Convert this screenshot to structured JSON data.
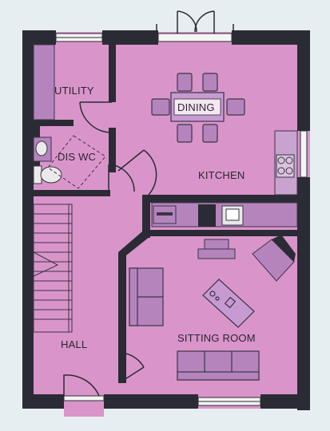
{
  "floor_plan": {
    "colors": {
      "background": "#e6eef1",
      "floor": "#d995ca",
      "wall": "#2b2b35",
      "fixture_fill": "#b584bd",
      "fixture_stroke": "#3b3446",
      "worktop": "#c9a3cf"
    },
    "rooms": {
      "utility": "UTILITY",
      "dining": "DINING",
      "dis_wc": "DIS WC",
      "kitchen": "KITCHEN",
      "sitting_room": "SITTING ROOM",
      "hall": "HALL"
    }
  }
}
